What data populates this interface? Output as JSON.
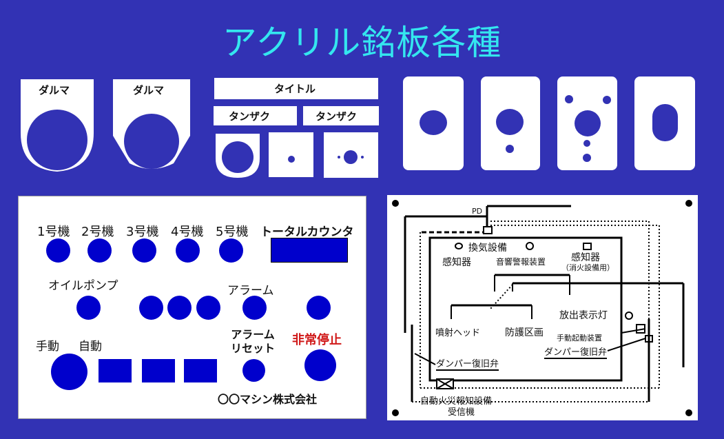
{
  "title": "アクリル銘板各種",
  "colors": {
    "background": "#3232b4",
    "title": "#34e6ef",
    "button_blue": "#0000cc",
    "emergency_red": "#d01818"
  },
  "plates": {
    "daruma1": "ダルマ",
    "daruma2": "ダルマ",
    "title_plate": "タイトル",
    "tanzaku1": "タンザク",
    "tanzaku2": "タンザク"
  },
  "machine_panel": {
    "machines": [
      "1号機",
      "2号機",
      "3号機",
      "4号機",
      "5号機"
    ],
    "total_counter": "トータルカウンタ",
    "oil_pump": "オイルポンプ",
    "alarm": "アラーム",
    "manual": "手動",
    "auto": "自動",
    "alarm_reset": "アラーム\nリセット",
    "emergency_stop": "非常停止",
    "company": "〇〇マシン株式会社"
  },
  "fire_panel": {
    "pd": "PD",
    "ventilation": "換気設備",
    "detector": "感知器",
    "acoustic_alarm": "音響警報装置",
    "detector2": "感知器",
    "detector2_sub": "（消火設備用）",
    "spray_head": "噴射ヘッド",
    "protected_zone": "防護区画",
    "discharge_lamp": "放出表示灯",
    "manual_start": "手動起動装置",
    "damper_reset1": "ダンパー復旧弁",
    "damper_reset2": "ダンパー復旧弁",
    "receiver_line1": "自動火災報知設備",
    "receiver_line2": "受信機"
  }
}
